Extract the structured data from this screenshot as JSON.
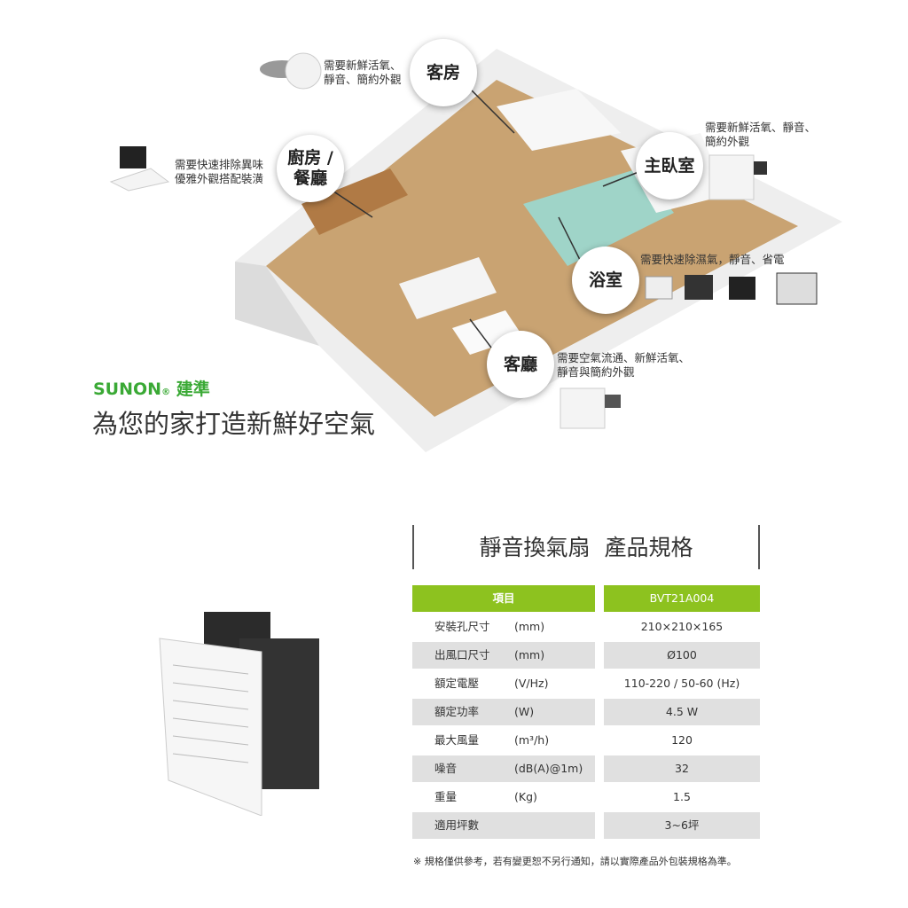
{
  "rooms": {
    "guest": {
      "label": "客房",
      "note": [
        "需要新鮮活氧、",
        "靜音、簡約外觀"
      ]
    },
    "kitchen": {
      "label": [
        "廚房 /",
        "餐廳"
      ],
      "note": [
        "需要快速排除異味",
        "優雅外觀搭配裝潢"
      ]
    },
    "master": {
      "label": "主臥室",
      "note": [
        "需要新鮮活氧、靜音、",
        "簡約外觀"
      ]
    },
    "bath": {
      "label": "浴室",
      "note": [
        "需要快速除濕氣，靜音、省電"
      ]
    },
    "living": {
      "label": "客廳",
      "note": [
        "需要空氣流通、新鮮活氧、",
        "靜音與簡約外觀"
      ]
    }
  },
  "brand": {
    "name": "SUNON",
    "reg": "®",
    "cn": "建準",
    "tagline": "為您的家打造新鮮好空氣"
  },
  "spec": {
    "title": "靜音換氣扇  產品規格",
    "header": [
      "項目",
      "BVT21A004"
    ],
    "rows": [
      {
        "label": "安裝孔尺寸",
        "unit": "(mm)",
        "value": "210×210×165"
      },
      {
        "label": "出風口尺寸",
        "unit": "(mm)",
        "value": "Ø100"
      },
      {
        "label": "額定電壓",
        "unit": "(V/Hz)",
        "value": "110-220 / 50-60 (Hz)"
      },
      {
        "label": "額定功率",
        "unit": "(W)",
        "value": "4.5 W"
      },
      {
        "label": "最大風量",
        "unit": "(m³/h)",
        "value": "120"
      },
      {
        "label": "噪音",
        "unit": "(dB(A)@1m)",
        "value": "32"
      },
      {
        "label": "重量",
        "unit": "(Kg)",
        "value": "1.5"
      },
      {
        "label": "適用坪數",
        "unit": "",
        "value": "3~6坪"
      }
    ],
    "footnote": "※ 規格僅供參考，若有變更恕不另行通知，請以實際產品外包裝規格為準。"
  },
  "colors": {
    "green": "#8dc21f",
    "brand": "#3aa935"
  }
}
